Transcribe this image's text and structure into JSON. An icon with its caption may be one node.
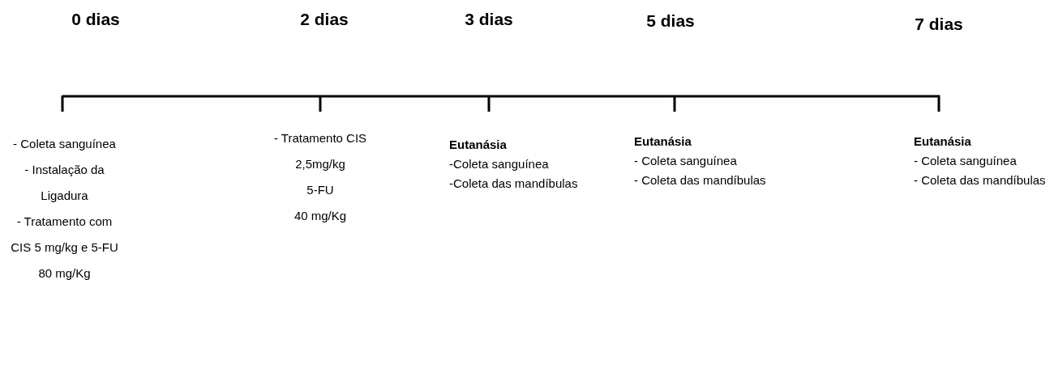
{
  "diagram": {
    "labels": [
      "0 dias",
      "2 dias",
      "3 dias",
      "5 dias",
      "7 dias",
      "- Coleta sanguínea",
      "- Instalação da Ligadura",
      "- Tratamento com CIS 5 mg/kg e 5-FU 80 mg/Kg",
      "- Tratamento CIS",
      "2,5mg/kg",
      "5-FU",
      "40 mg/Kg",
      "Eutanásia",
      "-Coleta sanguínea",
      "-Coleta das mandíbulas",
      "Eutanásia",
      "- Coleta sanguínea",
      "- Coleta das mandíbulas",
      "Eutanásia",
      "- Coleta sanguínea",
      "- Coleta das mandíbulas"
    ]
  }
}
